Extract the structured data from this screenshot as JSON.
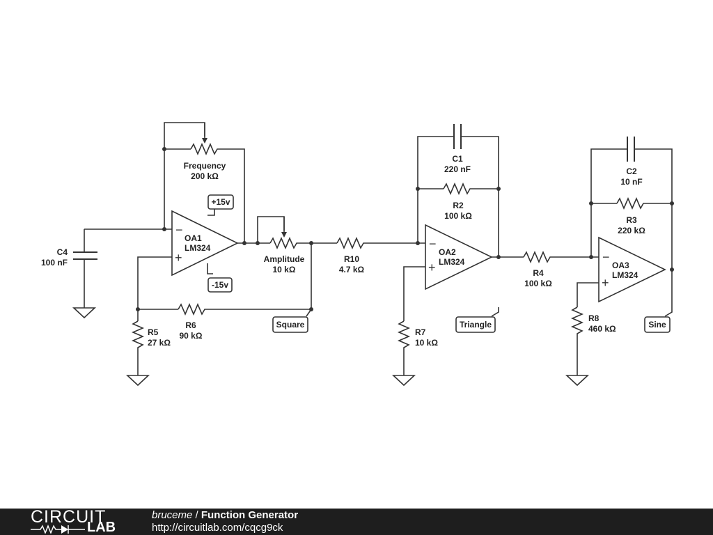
{
  "components": {
    "potentiometers": [
      {
        "ref": "Frequency",
        "value": "200 kΩ"
      },
      {
        "ref": "Amplitude",
        "value": "10 kΩ"
      }
    ],
    "resistors": [
      {
        "ref": "R2",
        "value": "100 kΩ"
      },
      {
        "ref": "R3",
        "value": "220 kΩ"
      },
      {
        "ref": "R4",
        "value": "100 kΩ"
      },
      {
        "ref": "R5",
        "value": "27 kΩ"
      },
      {
        "ref": "R6",
        "value": "90 kΩ"
      },
      {
        "ref": "R7",
        "value": "10 kΩ"
      },
      {
        "ref": "R8",
        "value": "460 kΩ"
      },
      {
        "ref": "R10",
        "value": "4.7 kΩ"
      }
    ],
    "capacitors": [
      {
        "ref": "C1",
        "value": "220 nF"
      },
      {
        "ref": "C2",
        "value": "10 nF"
      },
      {
        "ref": "C4",
        "value": "100 nF"
      }
    ],
    "opamps": [
      {
        "ref": "OA1",
        "part": "LM324"
      },
      {
        "ref": "OA2",
        "part": "LM324"
      },
      {
        "ref": "OA3",
        "part": "LM324"
      }
    ],
    "opamp_signs": {
      "minus": "−",
      "plus": "+"
    }
  },
  "net_labels": {
    "vplus": "+15v",
    "vminus": "-15v",
    "square": "Square",
    "triangle": "Triangle",
    "sine": "Sine"
  },
  "footer": {
    "logo_top": "CIRCUIT",
    "logo_bottom": "LAB",
    "author": "bruceme",
    "separator": " / ",
    "title": "Function Generator",
    "url": "http://circuitlab.com/cqcg9ck"
  },
  "colors": {
    "wire": "#333333",
    "footer_bg": "#1e1e1e",
    "footer_text": "#ffffff"
  }
}
